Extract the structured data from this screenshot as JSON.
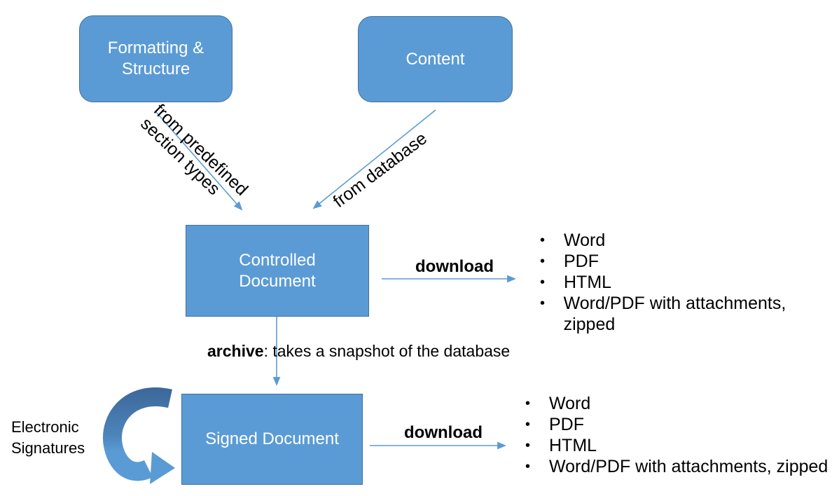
{
  "boxes": {
    "formatting_structure": {
      "label": "Formatting & Structure"
    },
    "content": {
      "label": "Content"
    },
    "controlled_document": {
      "label": "Controlled Document"
    },
    "signed_document": {
      "label": "Signed Document"
    }
  },
  "edge_labels": {
    "from_predefined": {
      "line1": "from predefined",
      "line2": "section types"
    },
    "from_database": "from database",
    "download_top": "download",
    "download_bottom": "download",
    "archive_bold": "archive",
    "archive_rest": ": takes a snapshot of the database"
  },
  "annotations": {
    "electronic_signatures": "Electronic Signatures"
  },
  "bullet_lists": {
    "bullet_char": "•",
    "top": [
      "Word",
      "PDF",
      "HTML",
      "Word/PDF with attachments, zipped"
    ],
    "bottom": [
      "Word",
      "PDF",
      "HTML",
      "Word/PDF with attachments, zipped"
    ]
  },
  "colors": {
    "box_fill": "#5B9BD5",
    "box_border": "#41719C",
    "arrow_blue": "#5B9BD5",
    "curved_arrow_dark": "#3D689B",
    "curved_arrow_light": "#5B9BD5",
    "box_text": "#FFFFFF",
    "label_text": "#000000"
  }
}
